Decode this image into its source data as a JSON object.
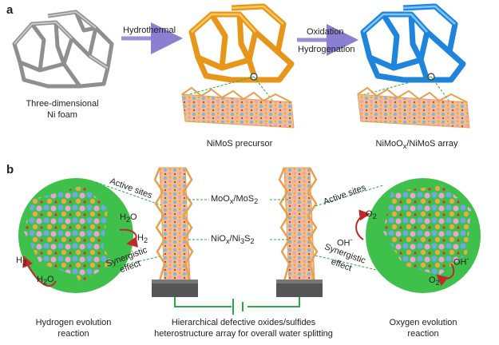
{
  "panel_a": {
    "label": "a",
    "arrow1": "Hydrothermal",
    "arrow2_top": "Oxidation",
    "arrow2_bottom": "Hydrogenation",
    "caption_foam_1": "Three-dimensional",
    "caption_foam_2": "Ni foam",
    "caption_precursor": "NiMoS precursor",
    "caption_array": {
      "a": "NiMoO",
      "sub1": "x",
      "b": "/NiMoS array"
    }
  },
  "panel_b": {
    "label": "b",
    "active_sites": "Active sites",
    "synergistic_1": "Synergistic",
    "synergistic_2": "effect",
    "moo": {
      "a": "MoO",
      "sub1": "x",
      "b": "/MoS",
      "sub2": "2"
    },
    "nio": {
      "a": "NiO",
      "sub1": "x",
      "b": "/Ni",
      "sub2": "3",
      "c": "S",
      "sub3": "2"
    },
    "her_h2o_top": {
      "a": "H",
      "sub": "2",
      "b": "O"
    },
    "her_h2_right": {
      "a": "H",
      "sub": "2"
    },
    "her_h2_left": {
      "a": "H",
      "sub": "2"
    },
    "her_h2o_bottom": {
      "a": "H",
      "sub": "2",
      "b": "O"
    },
    "oer_o2_top": {
      "a": "O",
      "sub": "2"
    },
    "oer_oh_left": {
      "a": "OH",
      "sup": "-"
    },
    "oer_oh_right": {
      "a": "OH",
      "sup": "-"
    },
    "oer_o2_bottom": {
      "a": "O",
      "sub": "2"
    },
    "caption_her_1": "Hydrogen evolution",
    "caption_her_2": "reaction",
    "caption_center_1": "Hierarchical defective oxides/sulfides",
    "caption_center_2": "heterostructure array for overall water splitting",
    "caption_oer_1": "Oxygen evolution",
    "caption_oer_2": "reaction"
  },
  "colors": {
    "ni_foam": "#8a8a8a",
    "precursor": "#f0a020",
    "array": "#2a8ee0",
    "arrow": "#9b8fd6",
    "sphere_bg": "#3fc04a",
    "circuit": "#2aa84a",
    "reaction_arrow": "#c0282a"
  }
}
